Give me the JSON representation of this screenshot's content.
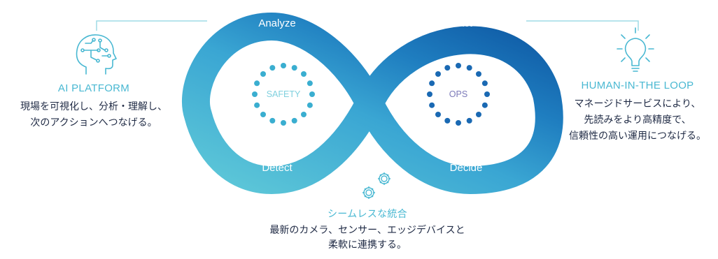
{
  "loop": {
    "labels": {
      "analyze": "Analyze",
      "act": "Act",
      "detect": "Detect",
      "decide": "Decide"
    },
    "left_center": "SAFETY",
    "right_center": "OPS"
  },
  "ai_platform": {
    "icon": "brain-circuit-icon",
    "title": "AI PLATFORM",
    "lines": [
      "現場を可視化し、分析・理解し、",
      "次のアクションへつなげる。"
    ]
  },
  "human_loop": {
    "icon": "lightbulb-icon",
    "title": "HUMAN-IN-THE LOOP",
    "lines": [
      "マネージドサービスにより、",
      "先読みをより高精度で、",
      "信頼性の高い運用につなげる。"
    ]
  },
  "integration": {
    "icon": "gears-icon",
    "title": "シームレスな統合",
    "lines": [
      "最新のカメラ、センサー、エッジデバイスと",
      "柔軟に連携する。"
    ]
  },
  "colors": {
    "loop_light": "#5ec8d8",
    "loop_mid": "#2a90c8",
    "loop_dark": "#0d56a2",
    "dots_left": "#3aaed0",
    "dots_right": "#1a69b3",
    "accent_text": "#49b8d2",
    "body_text": "#1f2a44"
  }
}
